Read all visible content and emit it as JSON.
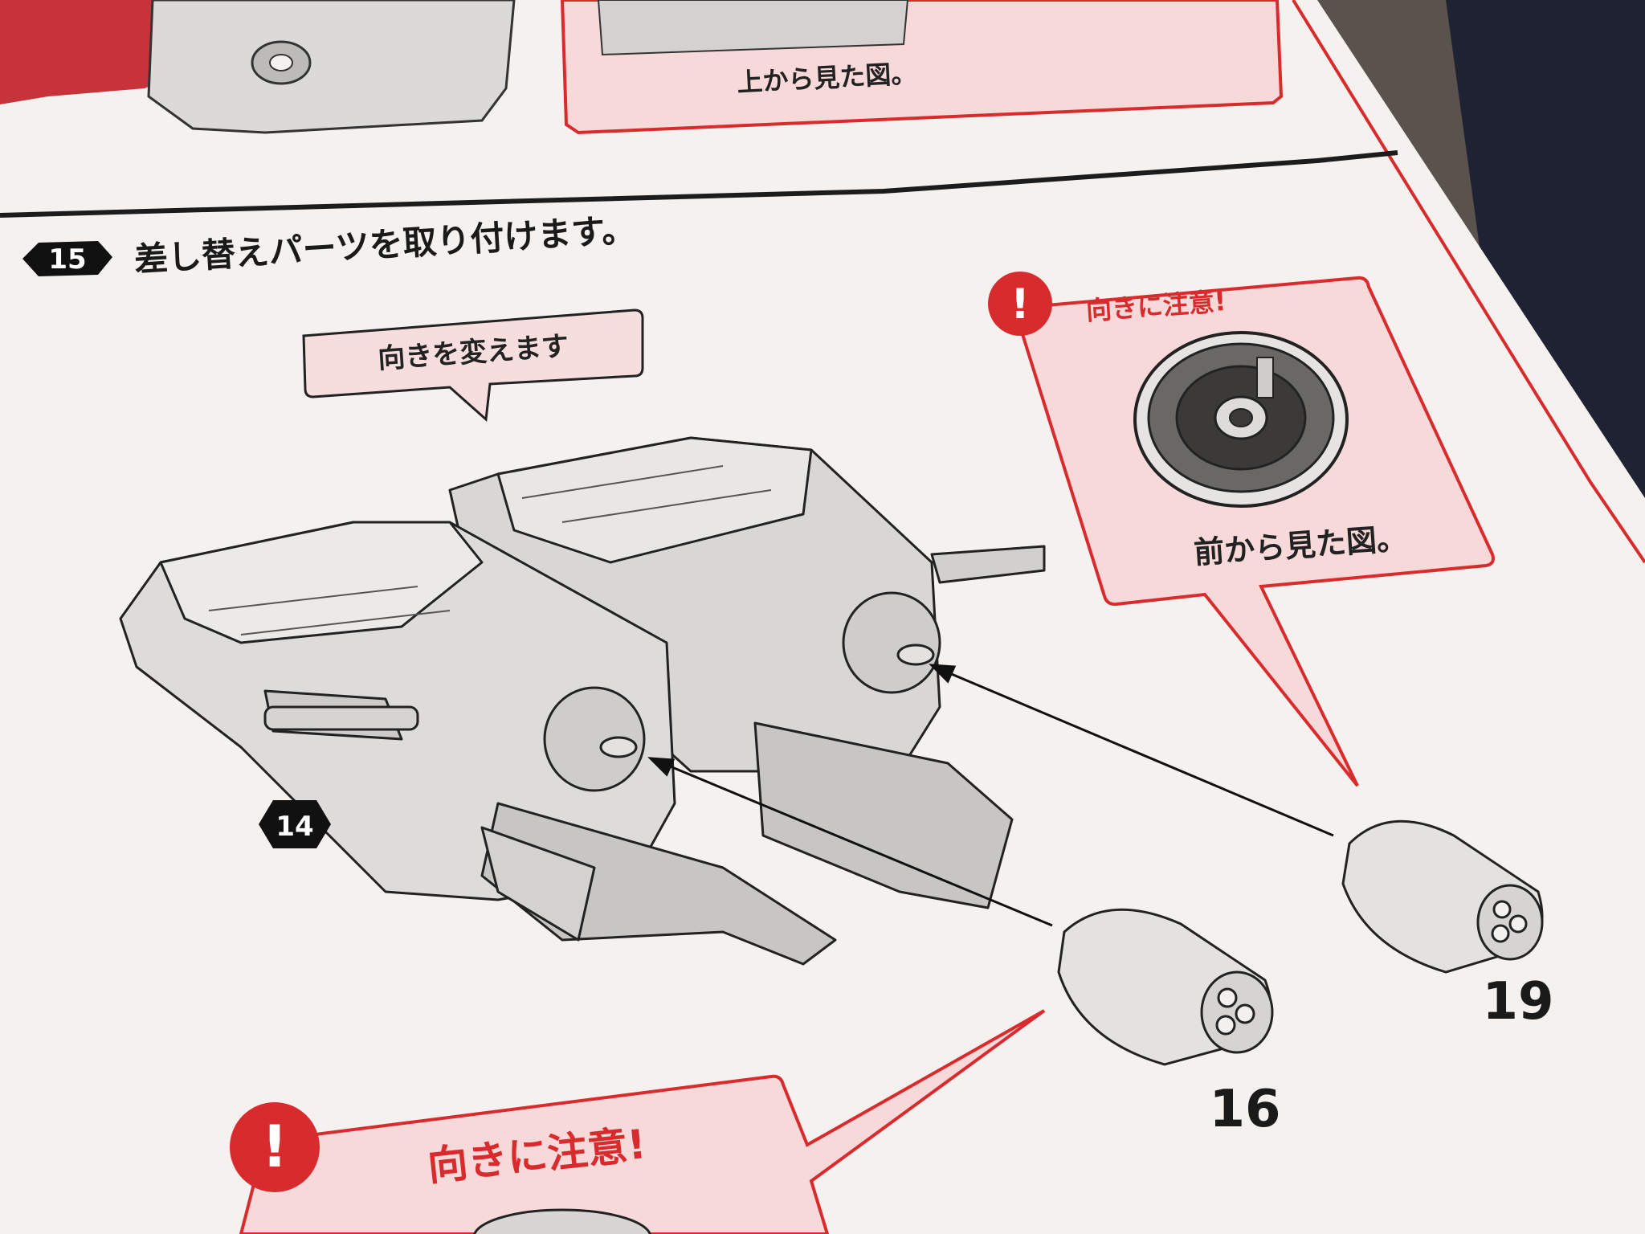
{
  "step": {
    "number": "15",
    "instruction": "差し替えパーツを取り付けます。"
  },
  "top_panel": {
    "caption": "上から見た図。"
  },
  "callouts": {
    "orientation_change": "向きを変えます",
    "caution_right": {
      "title": "向きに注意!",
      "caption": "前から見た図。"
    },
    "caution_bottom": {
      "title": "向きに注意!"
    }
  },
  "parts": {
    "base_assembly": "14",
    "left_nozzle": "16",
    "right_nozzle": "19"
  },
  "colors": {
    "paper": "#f4f1ee",
    "accent_red": "#d82b2e",
    "callout_pink": "#f7d9d9",
    "part_gray": "#d8d6d4",
    "edge_dark": "#222222"
  }
}
